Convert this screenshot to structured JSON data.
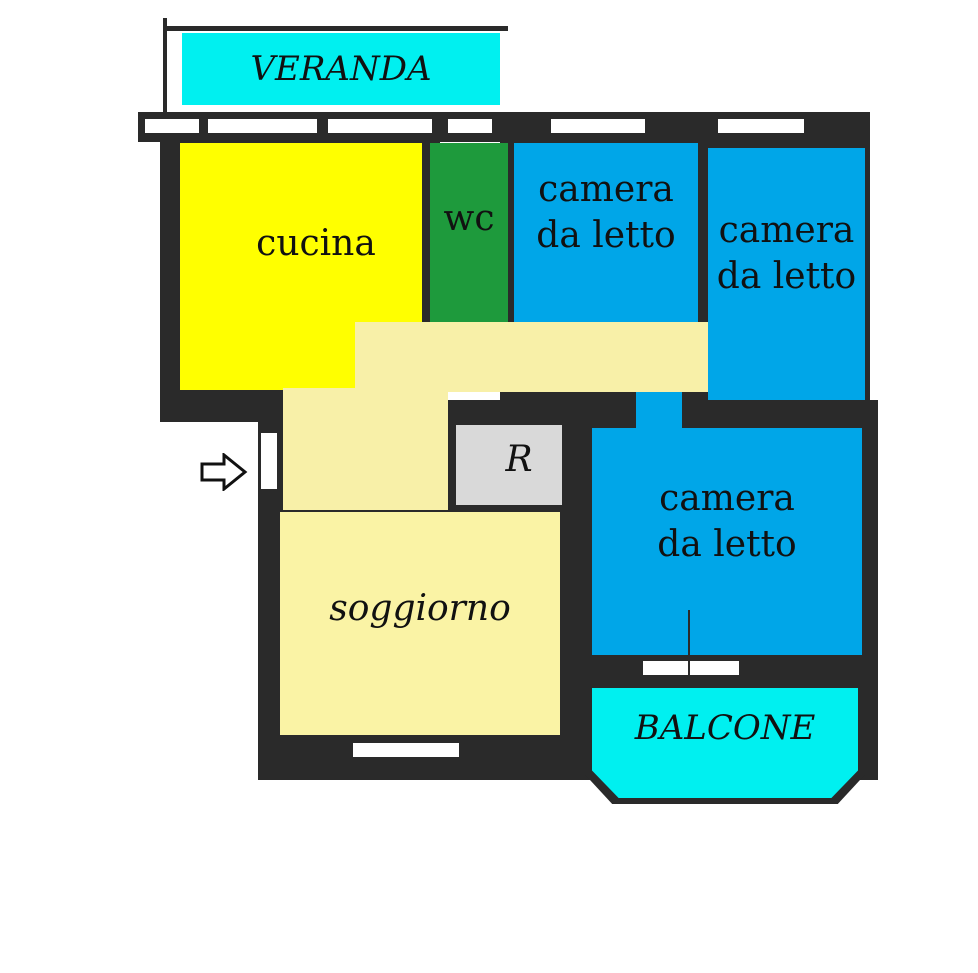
{
  "plan": {
    "rooms": [
      {
        "id": "veranda",
        "label": "VERANDA",
        "color": "#00f0f0"
      },
      {
        "id": "cucina",
        "label": "cucina",
        "color": "#ffff00"
      },
      {
        "id": "wc",
        "label": "wc",
        "color": "#1e9a3c"
      },
      {
        "id": "camera1",
        "label": "camera da letto",
        "color": "#00a6e8"
      },
      {
        "id": "camera2",
        "label": "camera da letto",
        "color": "#00a6e8"
      },
      {
        "id": "ripostiglio",
        "label": "R",
        "color": "#d9d9d9"
      },
      {
        "id": "camera3",
        "label": "camera da letto",
        "color": "#00a6e8"
      },
      {
        "id": "soggiorno",
        "label": "soggiorno",
        "color": "#faf3a5"
      },
      {
        "id": "balcone",
        "label": "BALCONE",
        "color": "#00f0f0"
      }
    ],
    "corridor_color": "#f8f0a8",
    "entrance_icon": "arrow-right-icon"
  }
}
